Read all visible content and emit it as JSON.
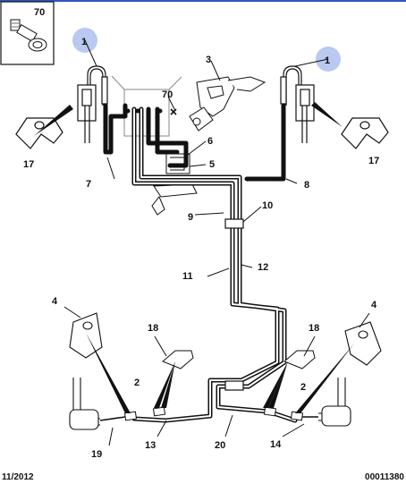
{
  "labels": {
    "l70a": "70",
    "l1a": "1",
    "l1b": "1",
    "l3": "3",
    "l70b": "70",
    "l6": "6",
    "l5": "5",
    "l17a": "17",
    "l17b": "17",
    "l7": "7",
    "l8": "8",
    "l9": "9",
    "l10": "10",
    "l11": "11",
    "l12": "12",
    "l4a": "4",
    "l4b": "4",
    "l18a": "18",
    "l18b": "18",
    "l2a": "2",
    "l2b": "2",
    "l13": "13",
    "l20": "20",
    "l14": "14",
    "l19": "19"
  },
  "footer": {
    "date": "11/2012",
    "reference": "00011380"
  },
  "colors": {
    "callout_highlight": "#b9c9ef",
    "line": "#111111",
    "header_rule": "#2f55c8"
  }
}
